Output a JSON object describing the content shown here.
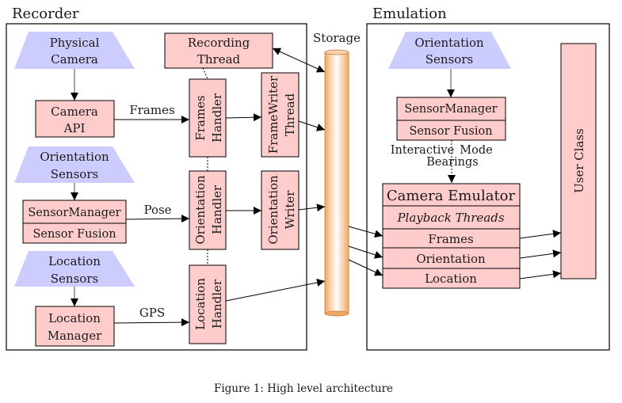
{
  "sections": {
    "recorder": "Recorder",
    "emulation": "Emulation"
  },
  "colors": {
    "box_fill": "#ffcccc",
    "sensor_fill": "#ccccff",
    "storage_fill": "#f9c48e",
    "line": "#000000"
  },
  "recorder": {
    "physical_camera": [
      "Physical",
      "Camera"
    ],
    "camera_api": [
      "Camera",
      "API"
    ],
    "orientation_sensors": [
      "Orientation",
      "Sensors"
    ],
    "sensor_manager": "SensorManager",
    "sensor_fusion": "Sensor Fusion",
    "location_sensors": [
      "Location",
      "Sensors"
    ],
    "location_manager": [
      "Location",
      "Manager"
    ],
    "recording_thread": [
      "Recording",
      "Thread"
    ],
    "frames_handler": [
      "Frames",
      "Handler"
    ],
    "framewriter_thread": [
      "FrameWriter",
      "Thread"
    ],
    "orientation_handler": [
      "Orientation",
      "Handler"
    ],
    "orientation_writer": [
      "Orientation",
      "Writer"
    ],
    "location_handler": [
      "Location",
      "Handler"
    ],
    "edge_frames": "Frames",
    "edge_pose": "Pose",
    "edge_gps": "GPS"
  },
  "storage": {
    "label": "Storage"
  },
  "emulation": {
    "orientation_sensors": [
      "Orientation",
      "Sensors"
    ],
    "sensor_manager": "SensorManager",
    "sensor_fusion": "Sensor Fusion",
    "interactive_mode_left": "Interactive",
    "interactive_mode_right": "Mode",
    "bearings": "Bearings",
    "camera_emulator": "Camera Emulator",
    "playback_threads": "Playback Threads",
    "playback_frames": "Frames",
    "playback_orientation": "Orientation",
    "playback_location": "Location",
    "user_class": "User Class"
  },
  "caption": "Figure 1: High level architecture"
}
